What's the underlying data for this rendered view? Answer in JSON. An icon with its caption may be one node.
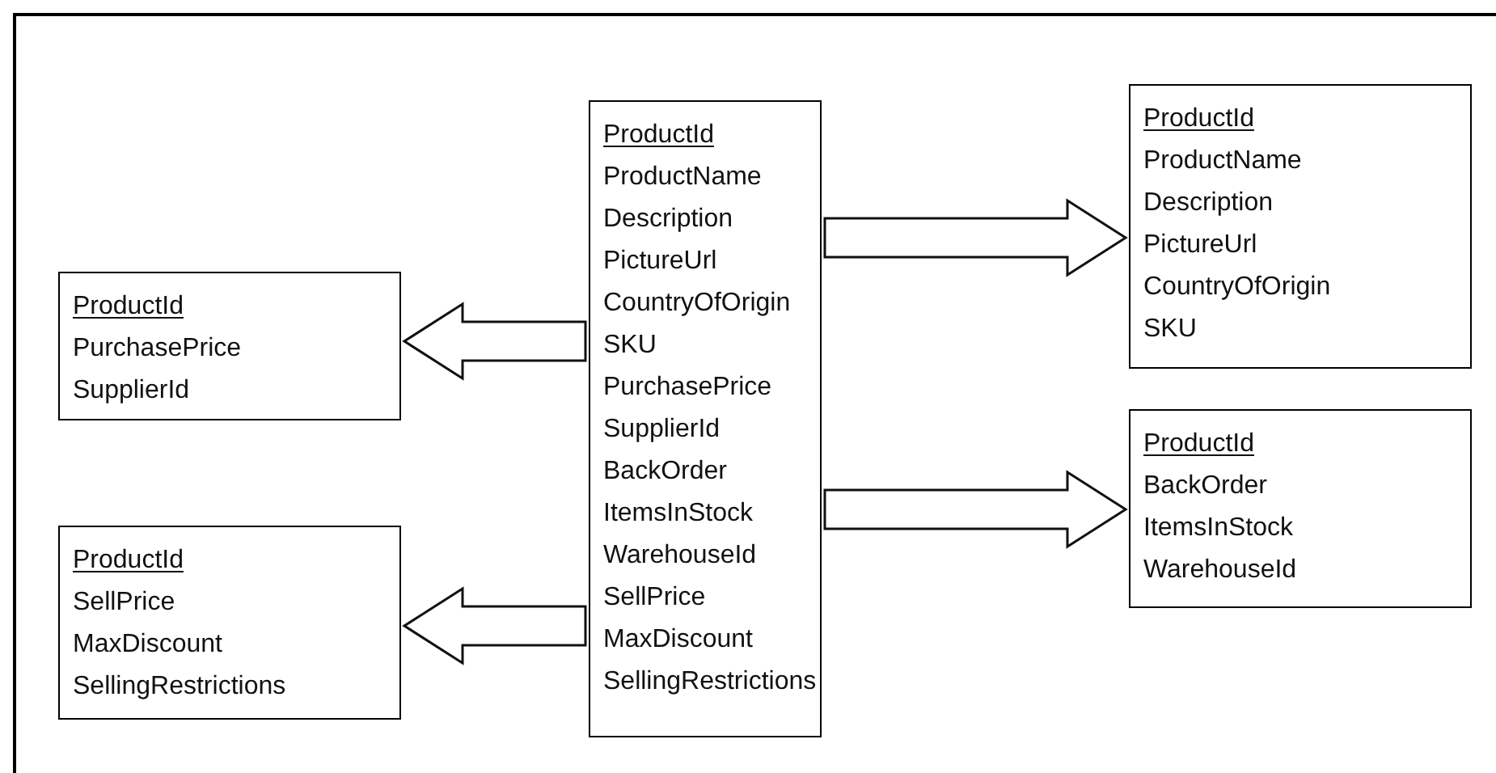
{
  "diagram": {
    "nodes": [
      {
        "text": [
          "ProductId",
          "ProductName",
          "Description",
          "PictureUrl",
          "CountryOfOrigin",
          "SKU",
          "PurchasePrice",
          "SupplierId",
          "BackOrder",
          "ItemsInStock",
          "WarehouseId",
          "SellPrice",
          "MaxDiscount",
          "SellingRestrictions"
        ]
      },
      {
        "text": [
          "ProductId",
          "PurchasePrice",
          "SupplierId"
        ]
      },
      {
        "text": [
          "ProductId",
          "SellPrice",
          "MaxDiscount",
          "SellingRestrictions"
        ]
      },
      {
        "text": [
          "ProductId",
          "ProductName",
          "Description",
          "PictureUrl",
          "CountryOfOrigin",
          "SKU"
        ]
      },
      {
        "text": [
          "ProductId",
          "BackOrder",
          "ItemsInStock",
          "WarehouseId"
        ]
      }
    ],
    "edges": [
      {
        "from": 0,
        "to": 1,
        "arrow": "to"
      },
      {
        "from": 0,
        "to": 2,
        "arrow": "to"
      },
      {
        "from": 0,
        "to": 3,
        "arrow": "to"
      },
      {
        "from": 0,
        "to": 4,
        "arrow": "to"
      }
    ]
  }
}
